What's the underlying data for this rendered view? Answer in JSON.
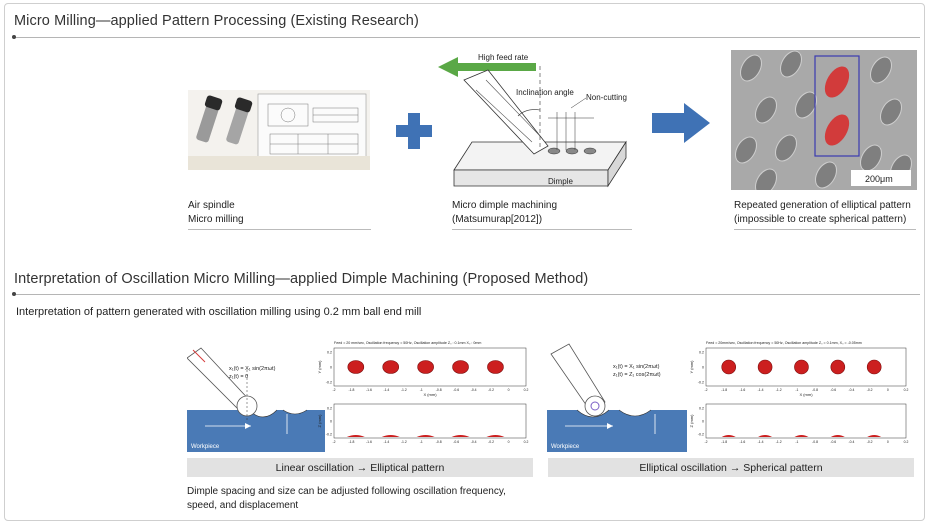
{
  "section1": {
    "title": "Micro Milling—applied Pattern Processing (Existing Research)",
    "col1": {
      "line1": "Air spindle",
      "line2": "Micro milling"
    },
    "col2": {
      "line1": "Micro dimple machining",
      "line2": "(Matsumurap[2012])"
    },
    "col3": {
      "line1": "Repeated generation of elliptical pattern",
      "line2": "(impossible to create spherical pattern)"
    },
    "figure": {
      "feed_label": "High feed rate",
      "inclination_label": "Inclination angle",
      "noncutting_label": "Non-cutting",
      "dimple_label": "Dimple"
    },
    "scale_bar": "200μm",
    "colors": {
      "arrow_blue": "#3f72b5",
      "plus_blue": "#3f72b5",
      "feed_green": "#5aa846"
    }
  },
  "section2": {
    "title": "Interpretation of Oscillation Micro Milling—applied Dimple Machining (Proposed Method)",
    "intro": "Interpretation of pattern generated with oscillation milling using 0.2 mm ball end mill",
    "left": {
      "bar_label": "Linear oscillation → Elliptical pattern",
      "eq1": "x₁(t) = X₁ sin(2πωt)",
      "eq2": "z₁(t) = 0",
      "plot_title": "Feed = 20 mm/sec, Oscillation frequency = 50Hz, Oscillation amplitude Z₀ : 0.1mm X₀ : 0mm",
      "workpiece": "Workpiece"
    },
    "right": {
      "bar_label": "Elliptical oscillation → Spherical pattern",
      "eq1": "x₁(t) = X₁ sin(2πωt)",
      "eq2": "z₁(t) = Z₁ cos(2πωt)",
      "plot_title": "Feed = 20mm/sec, Oscillation frequency = 50Hz, Oscillation amplitude Z₀ = 0.1mm, X₀ = -0.05mm",
      "workpiece": "Workpiece"
    },
    "note_line1": "Dimple spacing and size can be adjusted following oscillation frequency,",
    "note_line2": "speed, and displacement",
    "axis": {
      "x_ticks": [
        "-2",
        "-1.8",
        "-1.6",
        "-1.4",
        "-1.2",
        "-1",
        "-0.8",
        "-0.6",
        "-0.4",
        "-0.2",
        "0",
        "0.2"
      ],
      "x_label": "X (mm)",
      "y_label_top": "Y (mm)",
      "y_label_bottom": "Z (mm)",
      "y_ticks_top": [
        "0.2",
        "0",
        "-0.2"
      ],
      "y_ticks_bottom": [
        "0.2",
        "0",
        "-0.2"
      ]
    },
    "colors": {
      "dimple_red": "#cc1f1f",
      "workpiece_blue": "#4a7ab6"
    }
  }
}
